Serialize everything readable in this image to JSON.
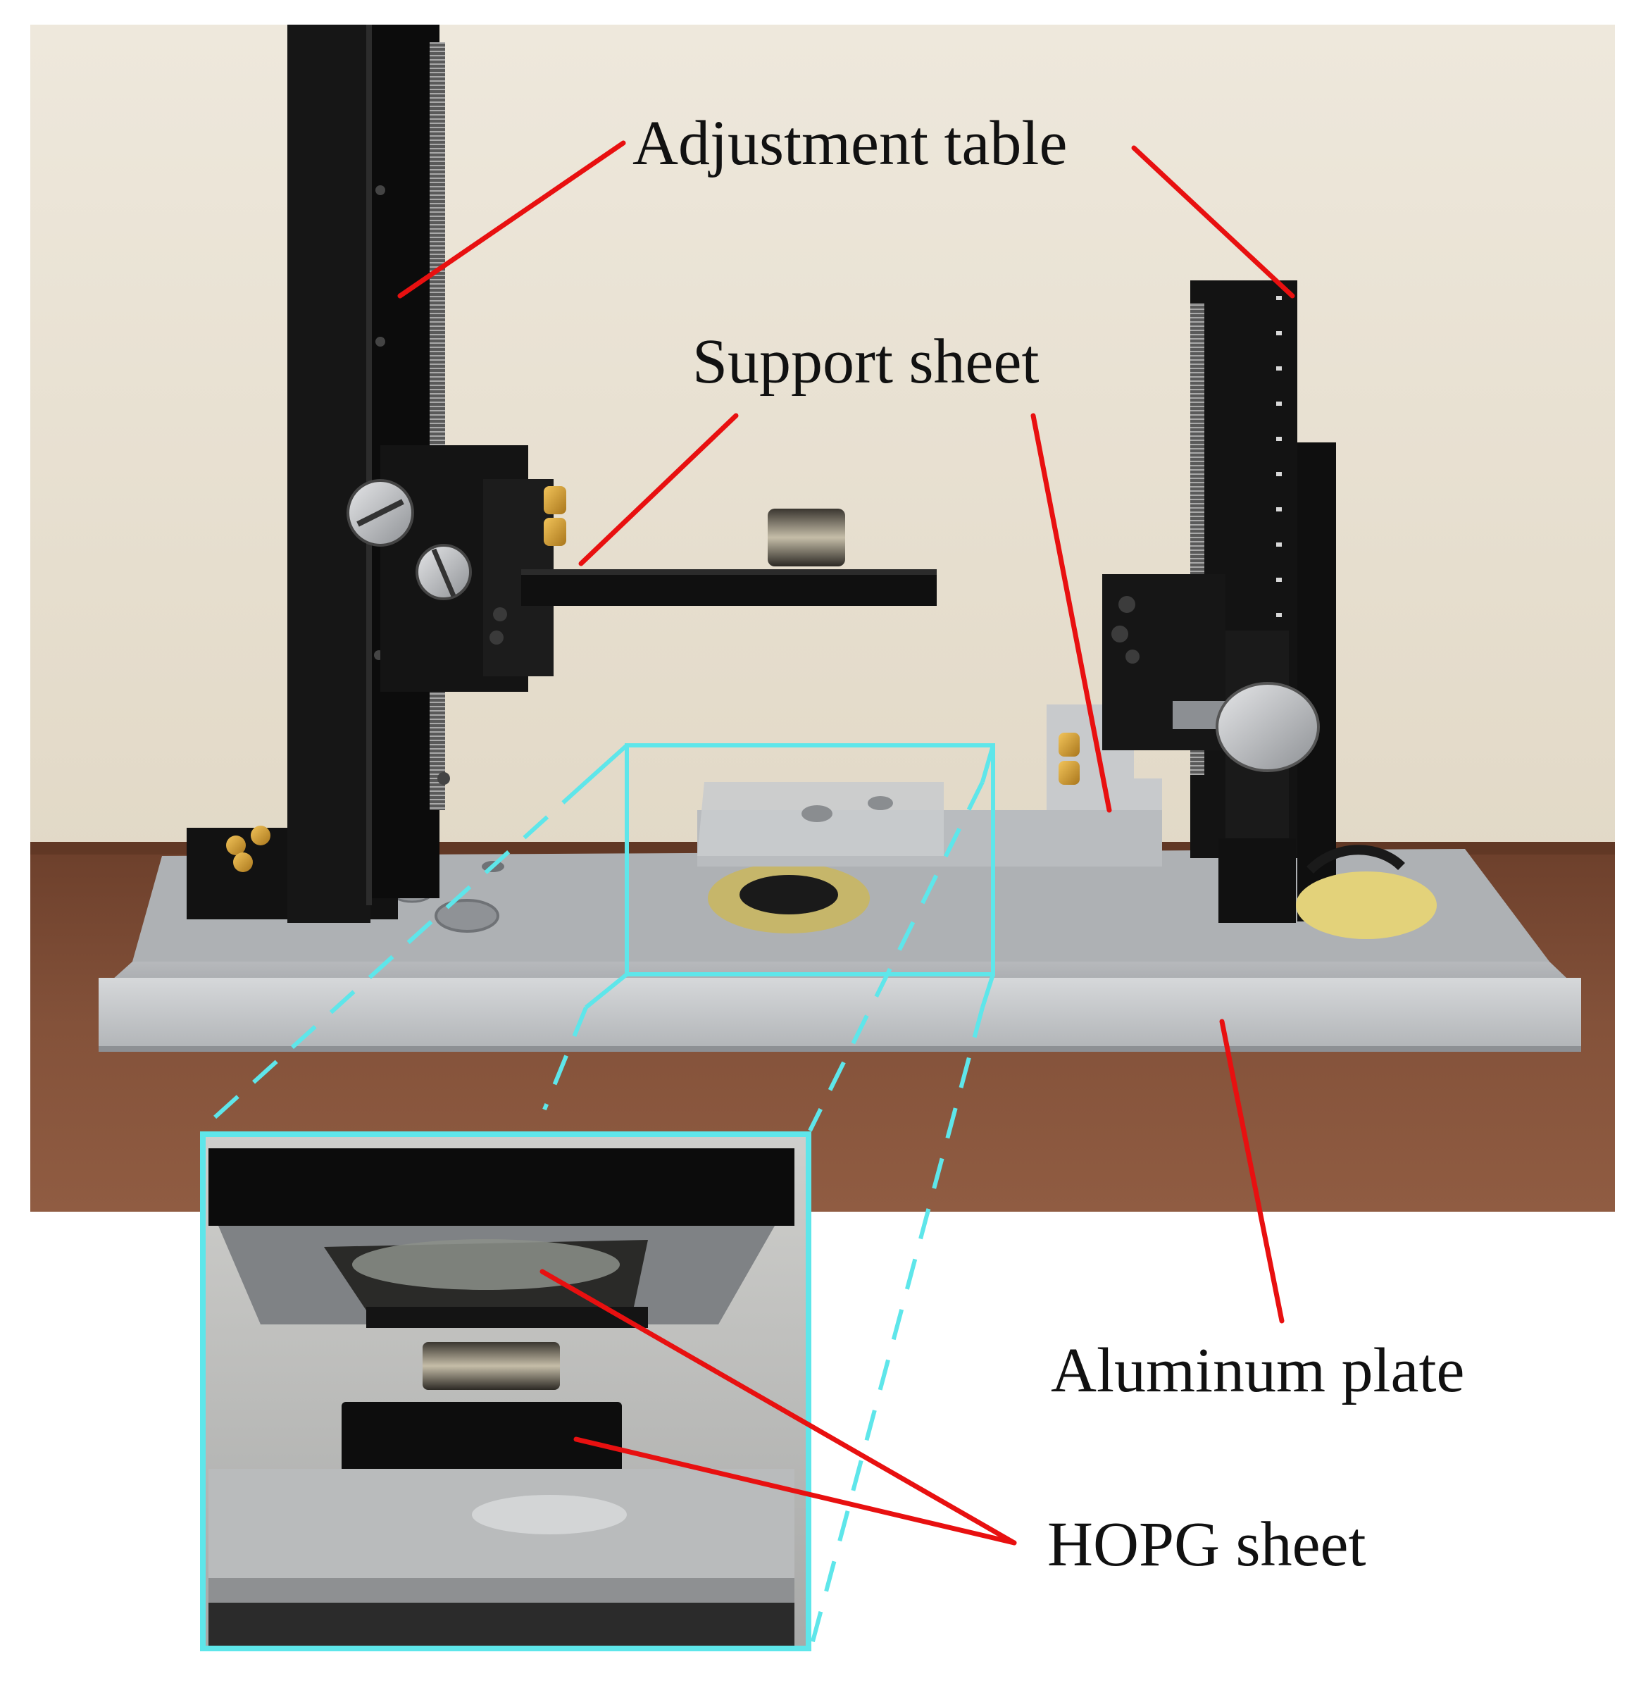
{
  "labels": {
    "adjustment_table": "Adjustment table",
    "support_sheet": "Support sheet",
    "aluminum_plate": "Aluminum plate",
    "hopg_sheet": "HOPG sheet"
  },
  "colors": {
    "leader_line": "#e81010",
    "zoom_frame": "#5ee6ea",
    "wall": "#e9e2d4",
    "table_wood": "#7a4a33",
    "aluminum": "#c4c6c9",
    "anodized_black": "#141414"
  }
}
